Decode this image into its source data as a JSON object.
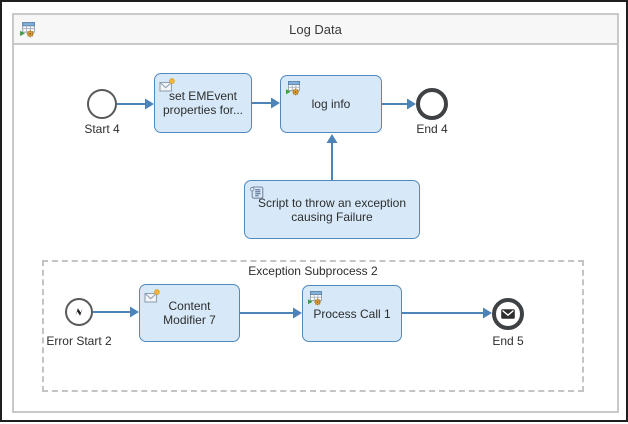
{
  "header": {
    "title": "Log Data"
  },
  "canvas": {
    "subprocess": {
      "label": "Exception Subprocess 2"
    },
    "nodes": {
      "start4": {
        "label": "Start 4",
        "type": "start-event"
      },
      "set_emevent": {
        "label": "set EMEvent properties for...",
        "lines": [
          "set EMEvent",
          "properties for..."
        ]
      },
      "log_info": {
        "label": "log info"
      },
      "end4": {
        "label": "End 4",
        "type": "end-event"
      },
      "script": {
        "label": "Script to throw an exception causing Failure",
        "lines": [
          "Script to throw an exception",
          "causing Failure"
        ]
      },
      "error_start2": {
        "label": "Error Start 2",
        "type": "error-start-event"
      },
      "content_modifier7": {
        "label": "Content Modifier 7",
        "lines": [
          "Content",
          "Modifier 7"
        ]
      },
      "process_call1": {
        "label": "Process Call 1"
      },
      "end5": {
        "label": "End 5",
        "type": "message-end-event"
      }
    }
  },
  "icons": {
    "header": "process-table-gear-icon",
    "set_emevent": "content-modifier-envelope-icon",
    "log_info": "process-table-gear-icon",
    "script": "script-scroll-icon",
    "content_modifier7": "content-modifier-envelope-icon",
    "process_call1": "process-table-gear-icon",
    "error_start2": "error-bolt-icon",
    "end5": "message-envelope-icon"
  },
  "colors": {
    "task_fill": "#d7e9f8",
    "task_border": "#5289bd",
    "arrow": "#4c84b8",
    "event_border": "#58595b",
    "end_border": "#3f4245",
    "frame_border": "#c9c9c9",
    "header_bg": "#f7f7f7",
    "subprocess_border": "#c4c4c4",
    "text": "#2d2d2d"
  }
}
